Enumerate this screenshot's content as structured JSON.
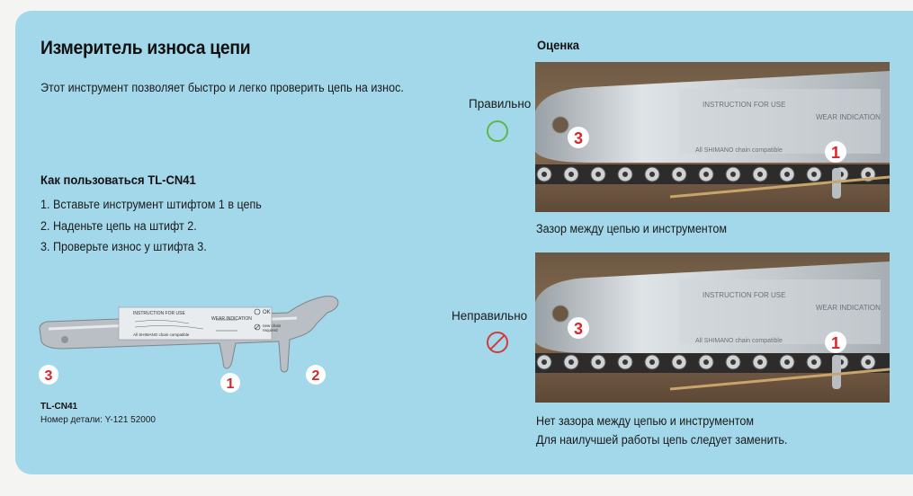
{
  "left": {
    "title": "Измеритель износа цепи",
    "intro": "Этот инструмент позволяет быстро и легко проверить цепь на износ.",
    "howto_title": "Как пользоваться TL-CN41",
    "steps": [
      "1. Вставьте инструмент штифтом 1 в цепь",
      "2. Наденьте цепь на штифт 2.",
      "3. Проверьте износ у штифта 3."
    ],
    "tool": {
      "instruction_text": "INSTRUCTION FOR USE",
      "compat_text": "All SHIMANO chain compatible",
      "wear_text": "WEAR INDICATION",
      "ok_text": "OK",
      "new_chain_text": "new chain",
      "required_text": "required",
      "pin1": "1",
      "pin2": "2",
      "pin3": "3"
    },
    "model": "TL-CN41",
    "part_number": "Номер детали: Y-121 52000"
  },
  "right": {
    "evaluation_title": "Оценка",
    "correct_label": "Правильно",
    "wrong_label": "Неправильно",
    "correct_caption": "Зазор между цепью и инструментом",
    "wrong_caption_1": "Нет зазора между цепью и инструментом",
    "wrong_caption_2": "Для наилучшей работы цепь следует заменить.",
    "photo_text": {
      "instruction": "INSTRUCTION FOR USE",
      "wear": "WEAR INDICATION",
      "compat": "All SHIMANO chain compatible",
      "marker_3": "3",
      "marker_1": "1"
    }
  },
  "colors": {
    "panel": "#a3d8ea",
    "marker_red": "#d7262b",
    "correct_green": "#5cb84a",
    "wrong_red": "#d43a3a"
  }
}
